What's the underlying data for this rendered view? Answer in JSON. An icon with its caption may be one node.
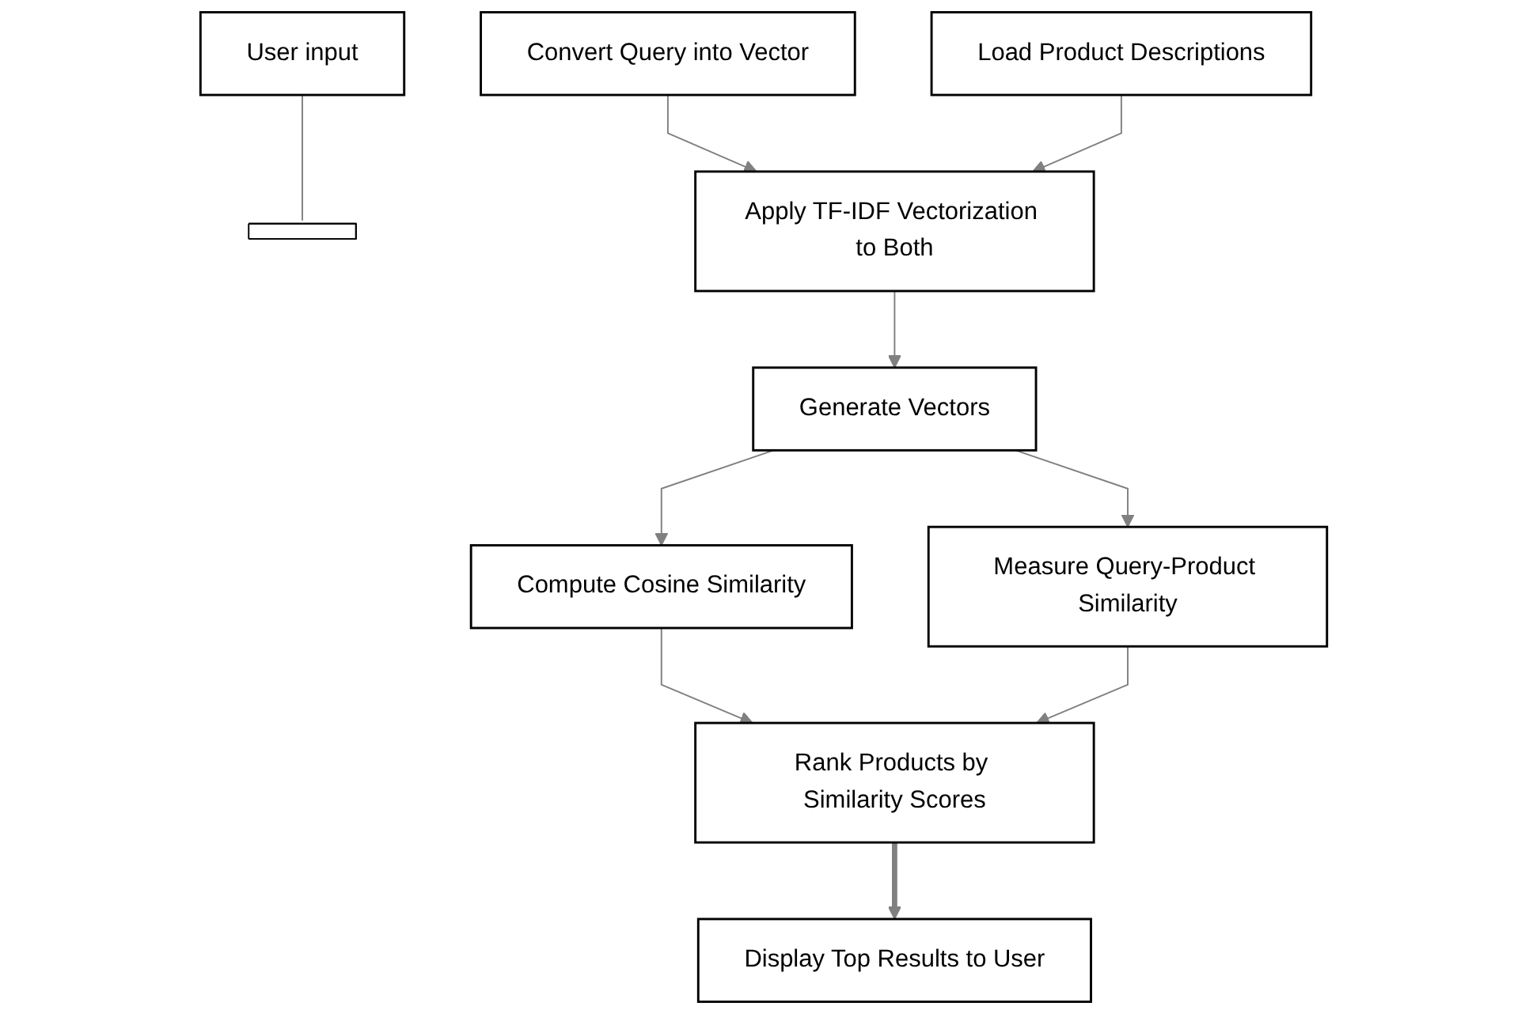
{
  "diagram": {
    "nodes": [
      {
        "text": [
          "User input"
        ]
      },
      {
        "text": [],
        "shape": "bar"
      },
      {
        "text": [
          "Convert Query into Vector"
        ]
      },
      {
        "text": [
          "Load Product Descriptions"
        ]
      },
      {
        "text": [
          "Apply TF-IDF Vectorization to Both"
        ]
      },
      {
        "text": [
          "Generate Vectors"
        ]
      },
      {
        "text": [
          "Compute Cosine Similarity"
        ]
      },
      {
        "text": [
          "Measure Query-Product Similarity"
        ]
      },
      {
        "text": [
          "Rank Products by Similarity Scores"
        ]
      },
      {
        "text": [
          "Display Top Results to User"
        ]
      }
    ],
    "edges": [
      {
        "from": 0,
        "to": 1,
        "arrow": "none"
      },
      {
        "from": 2,
        "to": 4,
        "arrow": "to"
      },
      {
        "from": 3,
        "to": 4,
        "arrow": "to"
      },
      {
        "from": 4,
        "to": 5,
        "arrow": "to"
      },
      {
        "from": 5,
        "to": 6,
        "arrow": "to"
      },
      {
        "from": 5,
        "to": 7,
        "arrow": "to"
      },
      {
        "from": 6,
        "to": 8,
        "arrow": "to"
      },
      {
        "from": 7,
        "to": 8,
        "arrow": "to"
      },
      {
        "from": 8,
        "to": 9,
        "arrow": "to",
        "style": "thick"
      }
    ]
  }
}
